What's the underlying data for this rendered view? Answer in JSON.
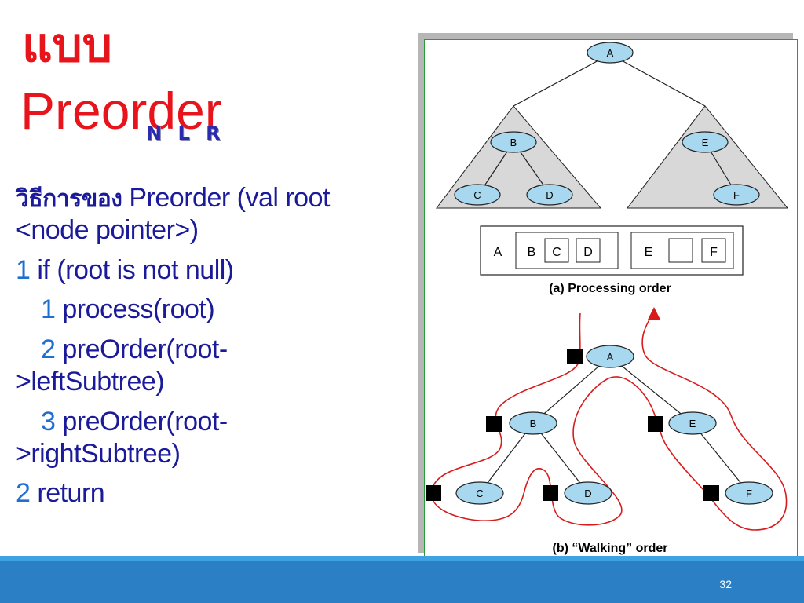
{
  "title": {
    "line1": "แบบ",
    "line2": "Preorder",
    "subscript": "N L R"
  },
  "code": {
    "header_thai": "วิธีการของ",
    "header_rest": " Preorder (val root",
    "header_cont": "<node pointer>)",
    "l1_num": "1",
    "l1_text": " if (root  is not null)",
    "l2_num": "1",
    "l2_text": "  process(root)",
    "l3_num": "2",
    "l3_text": "  preOrder(root-",
    "l3_cont": ">leftSubtree)",
    "l4_num": "3",
    "l4_text": "  preOrder(root-",
    "l4_cont": ">rightSubtree)",
    "l5_num": "2",
    "l5_text": " return"
  },
  "figure": {
    "nodes": [
      "A",
      "B",
      "C",
      "D",
      "E",
      "F"
    ],
    "order_boxes": [
      "A",
      "B",
      "C",
      "D",
      "E",
      "",
      "F"
    ],
    "caption_a": "(a) Processing order",
    "caption_b": "(b) “Walking” order",
    "colors": {
      "node_fill": "#a8d8f0",
      "tree_fill": "#d8d8d8",
      "walk_path": "#d81c1c",
      "visit_marker": "#000000"
    }
  },
  "footer": {
    "page_number": "32"
  }
}
